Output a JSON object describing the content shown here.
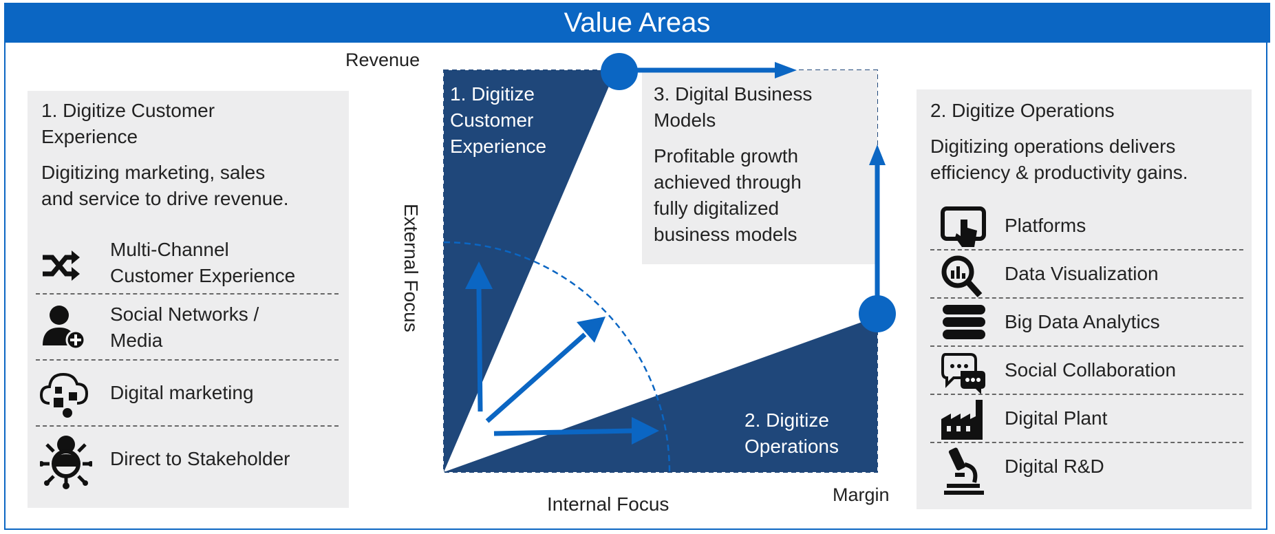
{
  "header": {
    "title": "Value Areas"
  },
  "left_panel": {
    "title": "1. Digitize Customer Experience",
    "title_lines": [
      "1. Digitize Customer",
      "Experience"
    ],
    "description_lines": [
      "Digitizing marketing, sales",
      "and service to drive revenue."
    ],
    "items": [
      {
        "lines": [
          "Multi-Channel",
          "Customer Experience"
        ],
        "icon": "shuffle-icon"
      },
      {
        "lines": [
          "Social Networks /",
          "Media"
        ],
        "icon": "add-user-icon"
      },
      {
        "lines": [
          "Digital marketing"
        ],
        "icon": "social-cloud-icon"
      },
      {
        "lines": [
          "Direct to Stakeholder"
        ],
        "icon": "stakeholder-network-icon"
      }
    ]
  },
  "right_panel": {
    "title": "2. Digitize Operations",
    "description_lines": [
      "Digitizing operations delivers",
      "efficiency & productivity gains."
    ],
    "items": [
      {
        "label": "Platforms",
        "icon": "touch-tablet-icon"
      },
      {
        "label": "Data Visualization",
        "icon": "magnifier-chart-icon"
      },
      {
        "label": "Big Data Analytics",
        "icon": "database-icon"
      },
      {
        "label": "Social Collaboration",
        "icon": "chat-bubbles-icon"
      },
      {
        "label": "Digital Plant",
        "icon": "factory-icon"
      },
      {
        "label": "Digital R&D",
        "icon": "microscope-icon"
      }
    ]
  },
  "diagram": {
    "y_axis_top_label": "Revenue",
    "x_axis_right_label": "Margin",
    "y_axis_label": "External Focus",
    "x_axis_label": "Internal Focus",
    "region_customer_lines": [
      "1. Digitize",
      "Customer",
      "Experience"
    ],
    "region_operations_lines": [
      "2. Digitize",
      "Operations"
    ],
    "business_models_title_lines": [
      "3. Digital Business",
      "Models"
    ],
    "business_models_desc_lines": [
      "Profitable growth",
      "achieved through",
      "fully digitalized",
      "business models"
    ]
  },
  "colors": {
    "header_blue": "#0b66c3",
    "region_navy": "#1f477a",
    "arrow_blue": "#0b66c3",
    "panel_gray": "#ededee"
  }
}
